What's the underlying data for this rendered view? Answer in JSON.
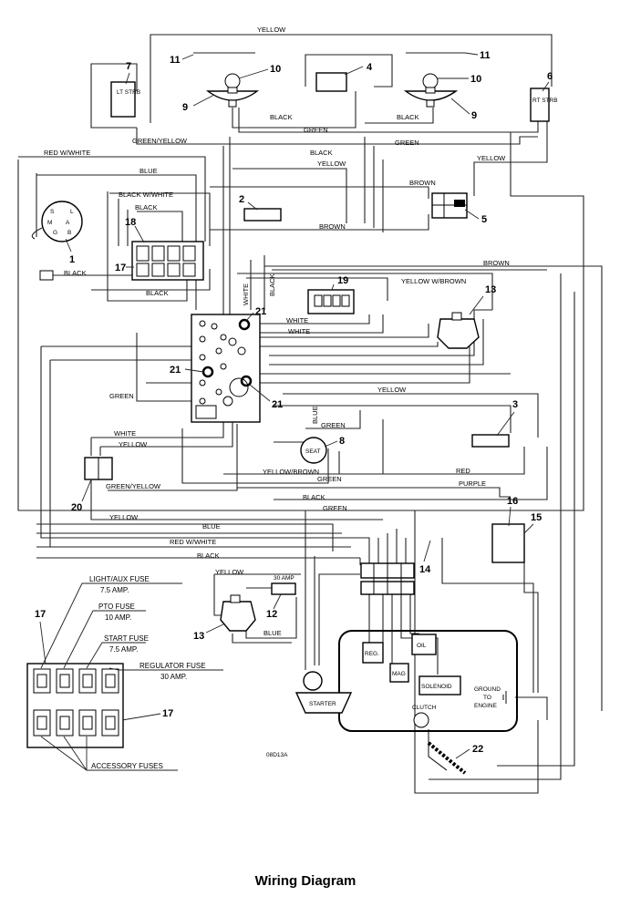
{
  "caption": "Wiring Diagram",
  "drawing_code": "08D13A",
  "wire_labels": {
    "yellow_top": "YELLOW",
    "black_l": "BLACK",
    "green_mid": "GREEN",
    "black_r": "BLACK",
    "green_yellow": "GREEN/YELLOW",
    "green_r": "GREEN",
    "red_white": "RED W/WHITE",
    "black_mid": "BLACK",
    "yellow_mid": "YELLOW",
    "yellow_r": "YELLOW",
    "blue": "BLUE",
    "brown_top": "BROWN",
    "black_white": "BLACK W/WHITE",
    "black_18": "BLACK",
    "brown_mid": "BROWN",
    "black_left": "BLACK",
    "brown_right": "BROWN",
    "white_v": "WHITE",
    "black_v": "BLACK",
    "black_17": "BLACK",
    "yellow_brown": "YELLOW W/BROWN",
    "white1": "WHITE",
    "white2": "WHITE",
    "yellow_ml": "YELLOW",
    "green_l": "GREEN",
    "blue_v": "BLUE",
    "green_seat": "GREEN",
    "white_20": "WHITE",
    "yellow_20": "YELLOW",
    "green_yellow_20": "GREEN/YELLOW",
    "yellow_brown2": "YELLOW/BROWN",
    "green_s": "GREEN",
    "red": "RED",
    "purple": "PURPLE",
    "black_low": "BLACK",
    "green_low": "GREEN",
    "yellow_low": "YELLOW",
    "blue_low": "BLUE",
    "red_white_low": "RED W/WHITE",
    "black_low2": "BLACK",
    "yellow_13": "YELLOW",
    "amp30": "30 AMP",
    "blue_13": "BLUE"
  },
  "components": {
    "lt_strb": "LT STRB",
    "rt_strb": "RT STRB",
    "seat": "SEAT",
    "starter": "STARTER",
    "reg": "REG.",
    "mag": "MAG",
    "oil": "OIL",
    "solenoid": "SOLENOID",
    "ground_to_engine": "GROUND TO ENGINE",
    "clutch": "CLUTCH",
    "key_b": "B",
    "key_l": "L",
    "key_m": "M",
    "key_g": "G",
    "key_s": "S",
    "key_a": "A"
  },
  "callouts": [
    "1",
    "2",
    "3",
    "4",
    "5",
    "6",
    "7",
    "8",
    "9",
    "10",
    "11",
    "12",
    "13",
    "14",
    "15",
    "16",
    "17",
    "18",
    "19",
    "20",
    "21",
    "22"
  ],
  "fuse_legend": {
    "light_aux": "LIGHT/AUX FUSE",
    "light_aux_amp": "7.5 AMP.",
    "pto": "PTO FUSE",
    "pto_amp": "10 AMP.",
    "start": "START FUSE",
    "start_amp": "7.5 AMP.",
    "regulator": "REGULATOR FUSE",
    "regulator_amp": "30 AMP.",
    "accessory": "ACCESSORY FUSES"
  }
}
